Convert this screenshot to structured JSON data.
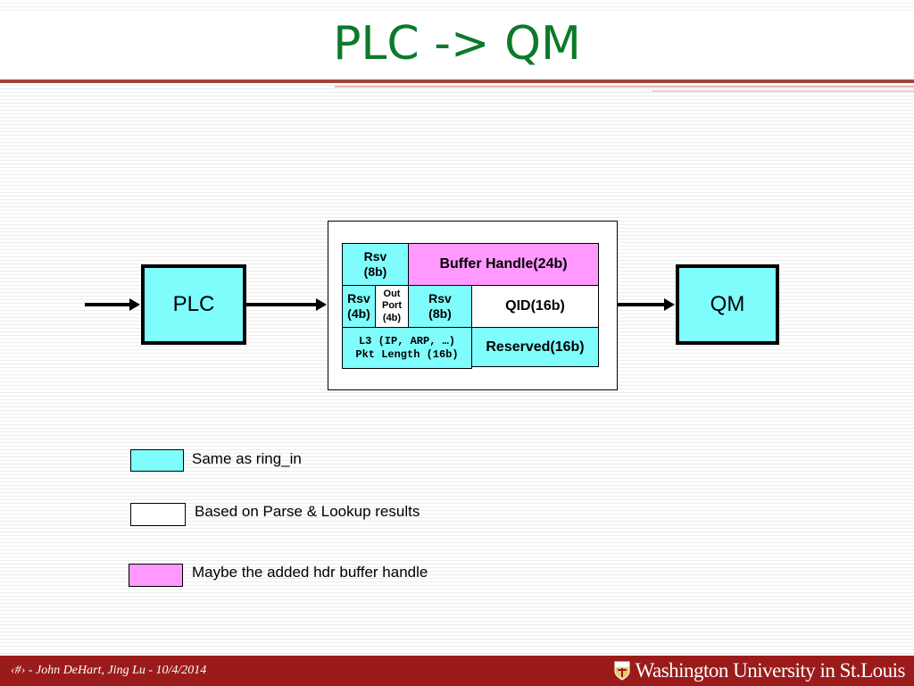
{
  "title": "PLC -> QM",
  "nodes": {
    "source": "PLC",
    "target": "QM"
  },
  "message_fields": {
    "rsv_8b_top": [
      "Rsv",
      "(8b)"
    ],
    "buffer_handle": "Buffer Handle(24b)",
    "rsv_4b": [
      "Rsv",
      "(4b)"
    ],
    "out_port": [
      "Out",
      "Port",
      "(4b)"
    ],
    "rsv_8b_mid": [
      "Rsv",
      "(8b)"
    ],
    "qid": "QID(16b)",
    "l3_pkt_length": [
      "L3 (IP, ARP, …)",
      "Pkt Length (16b)"
    ],
    "reserved": "Reserved(16b)"
  },
  "legend": [
    {
      "color": "#7ffcfc",
      "label": "Same as ring_in"
    },
    {
      "color": "#ffffff",
      "label": "Based on Parse & Lookup results"
    },
    {
      "color": "#ff99ff",
      "label": "Maybe the added hdr buffer handle"
    }
  ],
  "footer": {
    "text": "‹#› - John DeHart, Jing Lu - 10/4/2014",
    "logo_text": "Washington University in St.Louis",
    "logo_icon": "university-shield-icon"
  },
  "colors": {
    "title": "#0b7a2a",
    "footer_bg": "#9b1b1b",
    "cyan": "#7ffcfc",
    "pink": "#ff99ff"
  }
}
